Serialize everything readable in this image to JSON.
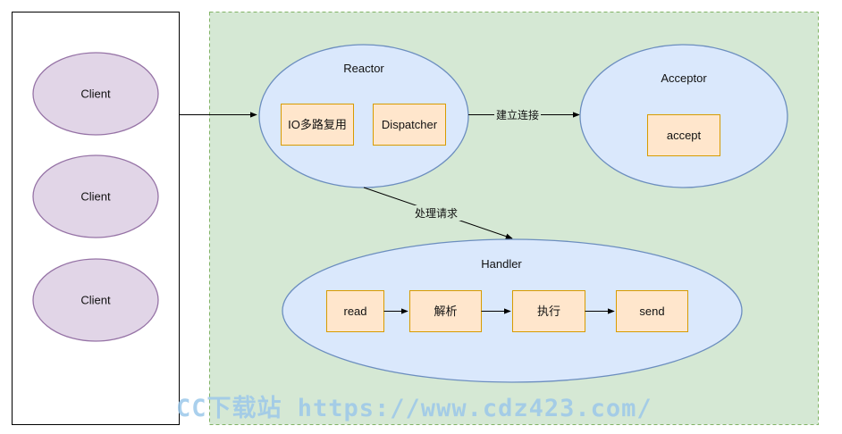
{
  "diagram": {
    "clients": [
      "Client",
      "Client",
      "Client"
    ],
    "reactor": {
      "title": "Reactor",
      "components": [
        "IO多路复用",
        "Dispatcher"
      ]
    },
    "acceptor": {
      "title": "Acceptor",
      "components": [
        "accept"
      ]
    },
    "handler": {
      "title": "Handler",
      "steps": [
        "read",
        "解析",
        "执行",
        "send"
      ]
    },
    "edges": {
      "reactor_to_acceptor": "建立连接",
      "reactor_to_handler": "处理请求"
    },
    "colors": {
      "client_fill": "#e1d5e7",
      "client_stroke": "#9673a6",
      "ellipse_fill": "#dae8fc",
      "ellipse_stroke": "#6c8ebf",
      "box_fill": "#ffe6cc",
      "box_stroke": "#d79b00",
      "server_fill": "#d5e8d4",
      "server_stroke": "#82b366"
    }
  },
  "watermark": "CC下载站 https://www.cdz423.com/"
}
